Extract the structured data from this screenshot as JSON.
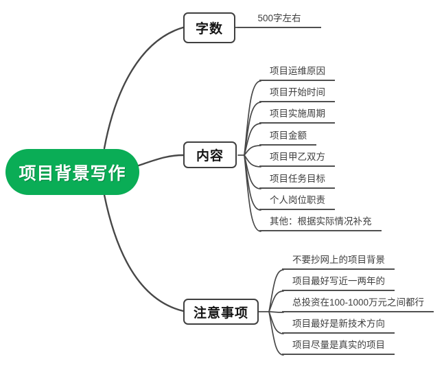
{
  "title": "项目背景写作思维导图",
  "root": {
    "label": "项目背景写作"
  },
  "branches": [
    {
      "label": "字数",
      "children": [
        "500字左右"
      ]
    },
    {
      "label": "内容",
      "children": [
        "项目运维原因",
        "项目开始时间",
        "项目实施周期",
        "项目金额",
        "项目甲乙双方",
        "项目任务目标",
        "个人岗位职责",
        "其他：根据实际情况补充"
      ]
    },
    {
      "label": "注意事项",
      "children": [
        "不要抄网上的项目背景",
        "项目最好写近一两年的",
        "总投资在100-1000万元之间都行",
        "项目最好是新技术方向",
        "项目尽量是真实的项目"
      ]
    }
  ],
  "colors": {
    "root_bg": "#0aad56",
    "root_text": "#ffffff",
    "line": "#474747",
    "box_border": "#3f3f3f",
    "leaf_text": "#3d3d3d",
    "background": "#ffffff"
  }
}
